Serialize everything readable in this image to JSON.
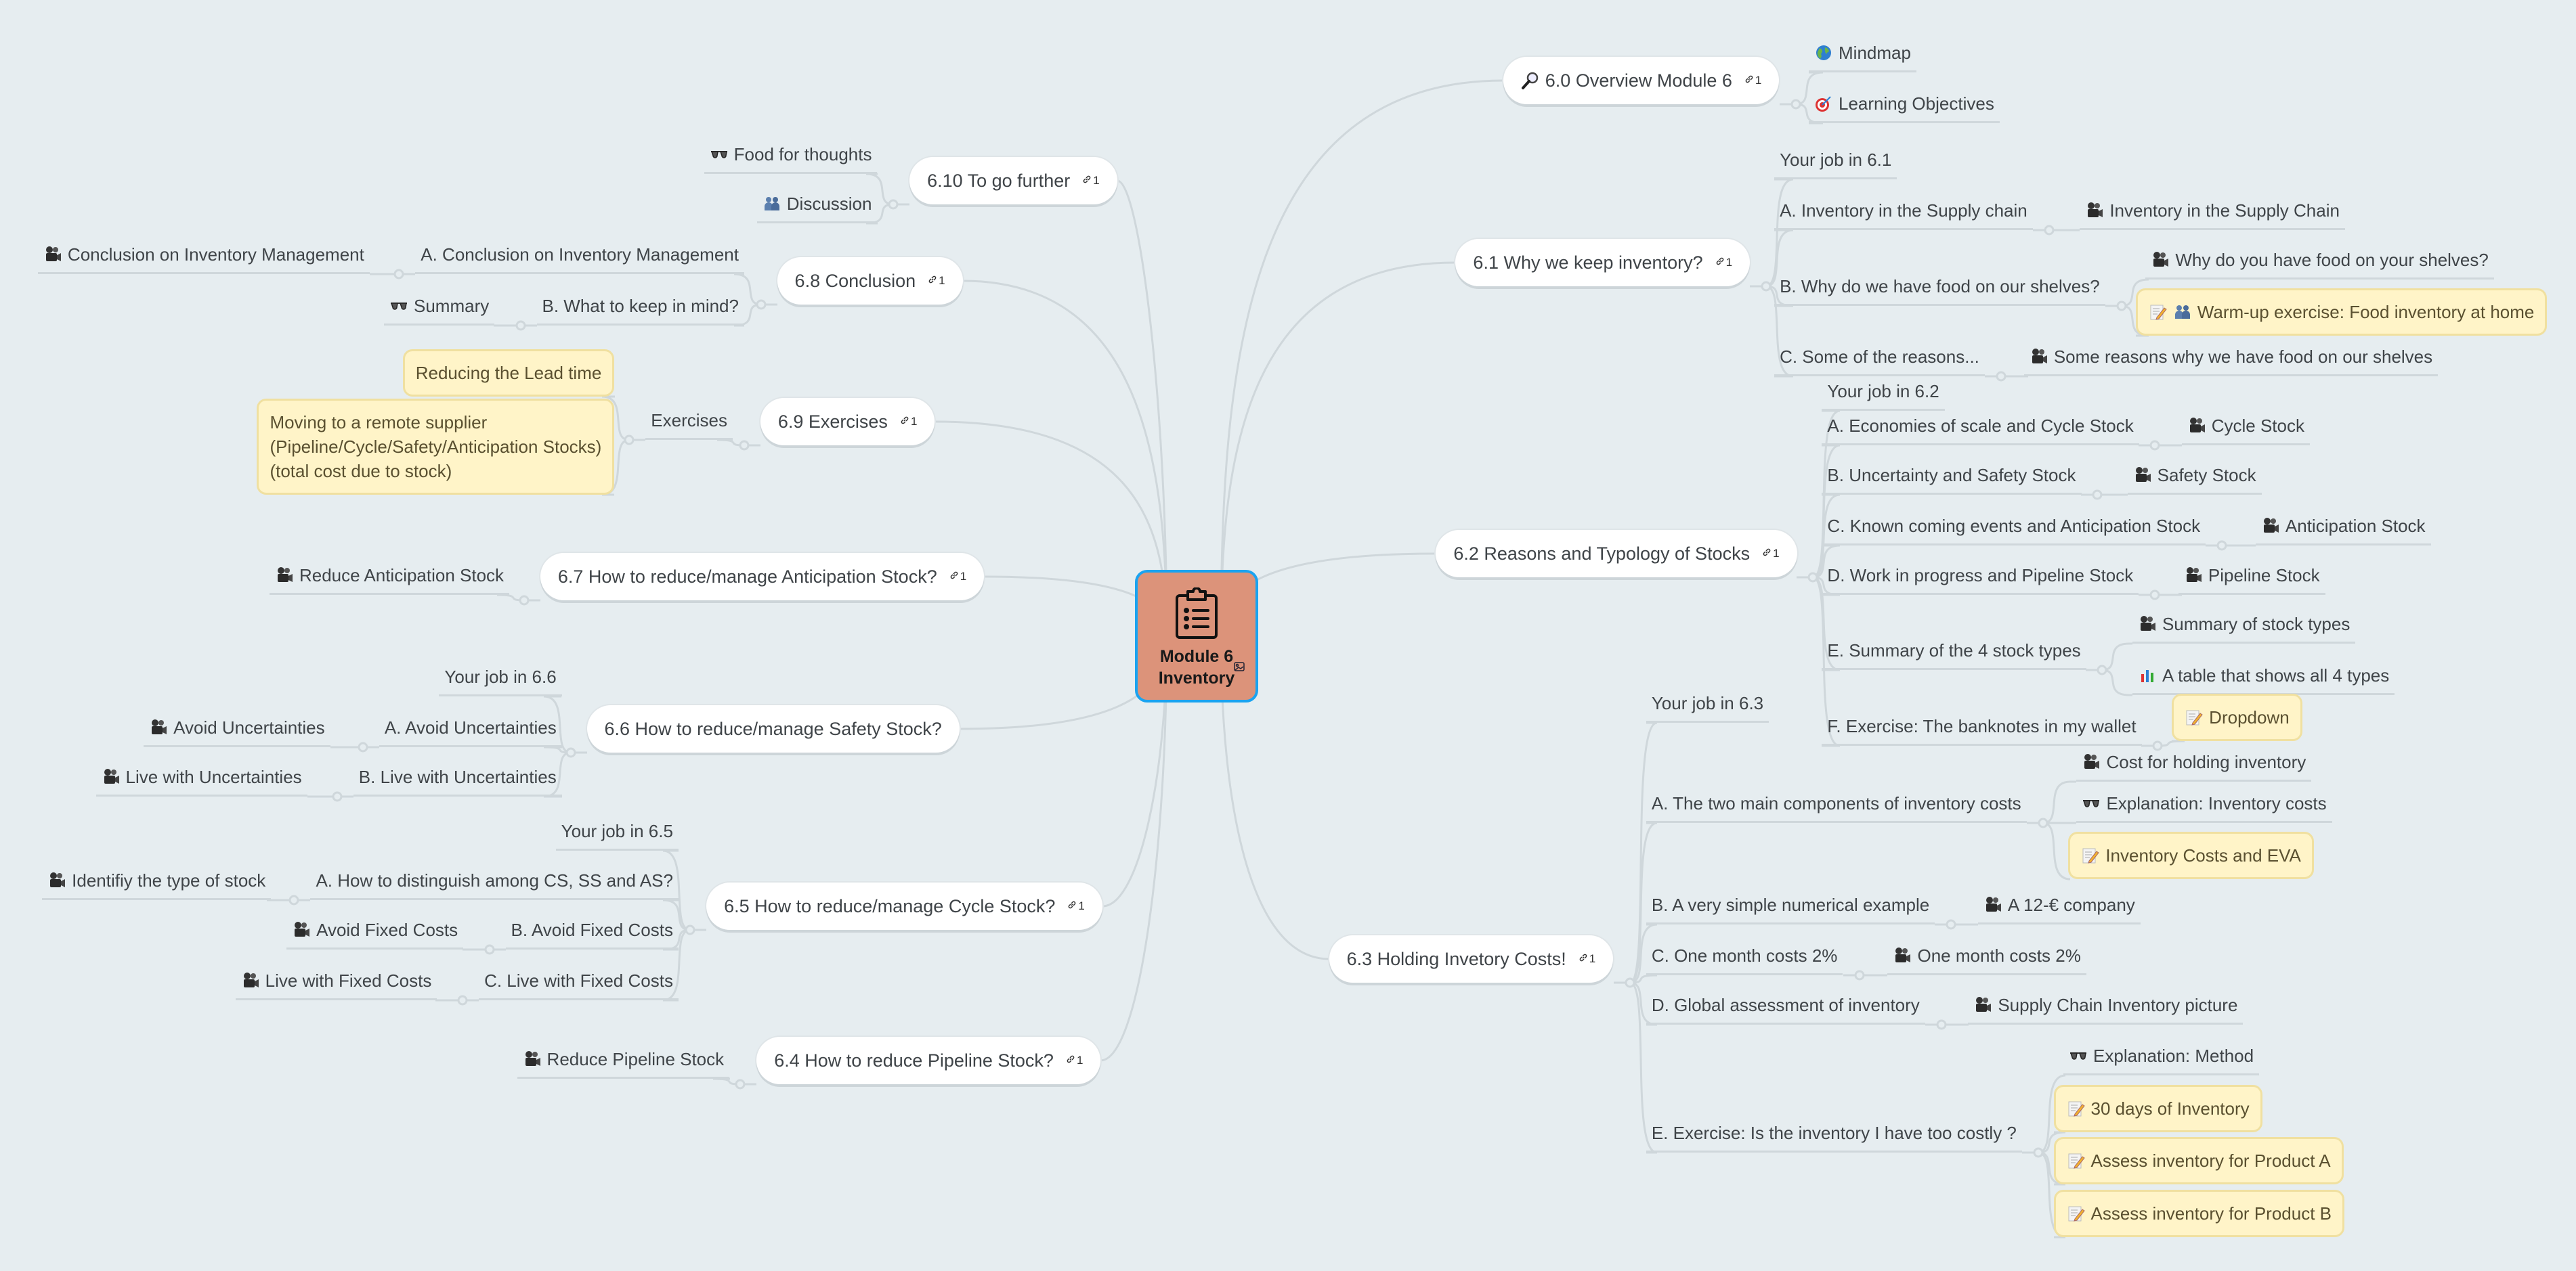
{
  "center": {
    "title_line1": "Module 6",
    "title_line2": "Inventory",
    "icon": "clipboard-list",
    "attachment_icon": "image"
  },
  "colors": {
    "background": "#e6edf0",
    "center_fill": "#dc937a",
    "center_border": "#1aa3f0",
    "note_fill": "#fff4c8",
    "connector": "#cfd7db"
  },
  "topics": [
    {
      "label": "6.0 Overview Module 6",
      "icon": "magnifier",
      "link_count": 1,
      "children": [
        {
          "label": "Mindmap",
          "icon": "globe"
        },
        {
          "label": "Learning Objectives",
          "icon": "target"
        }
      ]
    },
    {
      "label": "6.1 Why we keep inventory?",
      "link_count": 1,
      "children": [
        {
          "label": "Your job in 6.1"
        },
        {
          "label": "A. Inventory in the Supply chain",
          "children": [
            {
              "label": "Inventory in the Supply Chain",
              "icon": "video-camera"
            }
          ]
        },
        {
          "label": "B. Why do we have food on our shelves?",
          "children": [
            {
              "label": "Why do you have food on your shelves?",
              "icon": "video-camera"
            },
            {
              "label": "Warm-up exercise: Food inventory at home",
              "icon": "pencil-memo",
              "icon2": "people",
              "note": true
            }
          ]
        },
        {
          "label": "C. Some of the reasons...",
          "children": [
            {
              "label": "Some reasons why we have food on our shelves",
              "icon": "video-camera"
            }
          ]
        }
      ]
    },
    {
      "label": "6.2 Reasons and Typology of Stocks",
      "link_count": 1,
      "children": [
        {
          "label": "Your job in 6.2"
        },
        {
          "label": "A. Economies of scale and Cycle Stock",
          "children": [
            {
              "label": "Cycle Stock",
              "icon": "video-camera"
            }
          ]
        },
        {
          "label": "B. Uncertainty and Safety Stock",
          "children": [
            {
              "label": "Safety Stock",
              "icon": "video-camera"
            }
          ]
        },
        {
          "label": "C. Known coming events and Anticipation Stock",
          "children": [
            {
              "label": "Anticipation Stock",
              "icon": "video-camera"
            }
          ]
        },
        {
          "label": "D. Work in progress and Pipeline Stock",
          "children": [
            {
              "label": "Pipeline Stock",
              "icon": "video-camera"
            }
          ]
        },
        {
          "label": "E. Summary of the 4 stock types",
          "children": [
            {
              "label": "Summary of stock types",
              "icon": "video-camera"
            },
            {
              "label": "A table that shows all 4 types",
              "icon": "bar-chart"
            }
          ]
        },
        {
          "label": "F. Exercise: The banknotes in my wallet",
          "children": [
            {
              "label": "Dropdown",
              "icon": "pencil-memo",
              "note": true
            }
          ]
        }
      ]
    },
    {
      "label": "6.3 Holding Invetory Costs!",
      "link_count": 1,
      "children": [
        {
          "label": "Your job in 6.3"
        },
        {
          "label": "A. The two main components of inventory costs",
          "children": [
            {
              "label": "Cost for holding inventory",
              "icon": "video-camera"
            },
            {
              "label": "Explanation: Inventory costs",
              "icon": "glasses"
            },
            {
              "label": "Inventory Costs and EVA",
              "icon": "pencil-memo",
              "note": true
            }
          ]
        },
        {
          "label": "B. A very simple numerical example",
          "children": [
            {
              "label": "A 12-€ company",
              "icon": "video-camera"
            }
          ]
        },
        {
          "label": "C. One month costs 2%",
          "children": [
            {
              "label": "One month costs 2%",
              "icon": "video-camera"
            }
          ]
        },
        {
          "label": "D. Global assessment of inventory",
          "children": [
            {
              "label": "Supply Chain Inventory picture",
              "icon": "video-camera"
            }
          ]
        },
        {
          "label": "E. Exercise: Is the inventory I have too costly ?",
          "children": [
            {
              "label": "Explanation: Method",
              "icon": "glasses"
            },
            {
              "label": "30 days of Inventory",
              "icon": "pencil-memo",
              "note": true
            },
            {
              "label": "Assess inventory for Product A",
              "icon": "pencil-memo",
              "note": true
            },
            {
              "label": "Assess inventory for Product B",
              "icon": "pencil-memo",
              "note": true
            }
          ]
        }
      ]
    },
    {
      "label": "6.10 To go further",
      "link_count": 1,
      "children": [
        {
          "label": "Food for thoughts",
          "icon": "glasses"
        },
        {
          "label": "Discussion",
          "icon": "people"
        }
      ]
    },
    {
      "label": "6.8 Conclusion",
      "link_count": 1,
      "children": [
        {
          "label": "A. Conclusion on Inventory Management",
          "children": [
            {
              "label": "Conclusion on Inventory Management",
              "icon": "video-camera"
            }
          ]
        },
        {
          "label": "B. What to keep in mind?",
          "children": [
            {
              "label": "Summary",
              "icon": "glasses"
            }
          ]
        }
      ]
    },
    {
      "label": "6.9 Exercises",
      "link_count": 1,
      "children": [
        {
          "label": "Exercises",
          "children": [
            {
              "label": "Reducing the Lead time",
              "note": true
            },
            {
              "label": "Moving to a remote supplier\n(Pipeline/Cycle/Safety/Anticipation Stocks)\n(total cost due to stock)",
              "note": true
            }
          ]
        }
      ]
    },
    {
      "label": "6.7 How to reduce/manage Anticipation Stock?",
      "link_count": 1,
      "children": [
        {
          "label": "Reduce Anticipation Stock",
          "icon": "video-camera"
        }
      ]
    },
    {
      "label": "6.6 How to reduce/manage Safety Stock?",
      "children": [
        {
          "label": "Your job in 6.6"
        },
        {
          "label": "A. Avoid Uncertainties",
          "children": [
            {
              "label": "Avoid Uncertainties",
              "icon": "video-camera"
            }
          ]
        },
        {
          "label": "B. Live with Uncertainties",
          "children": [
            {
              "label": "Live with Uncertainties",
              "icon": "video-camera"
            }
          ]
        }
      ]
    },
    {
      "label": "6.5 How to reduce/manage Cycle Stock?",
      "link_count": 1,
      "children": [
        {
          "label": "Your job in 6.5"
        },
        {
          "label": "A. How to distinguish among CS, SS and AS?",
          "children": [
            {
              "label": "Identifiy the type of stock",
              "icon": "video-camera"
            }
          ]
        },
        {
          "label": "B. Avoid Fixed Costs",
          "children": [
            {
              "label": "Avoid Fixed Costs",
              "icon": "video-camera"
            }
          ]
        },
        {
          "label": "C. Live with Fixed Costs",
          "children": [
            {
              "label": "Live with Fixed Costs",
              "icon": "video-camera"
            }
          ]
        }
      ]
    },
    {
      "label": "6.4 How to reduce Pipeline Stock?",
      "link_count": 1,
      "children": [
        {
          "label": "Reduce Pipeline Stock",
          "icon": "video-camera"
        }
      ]
    }
  ]
}
